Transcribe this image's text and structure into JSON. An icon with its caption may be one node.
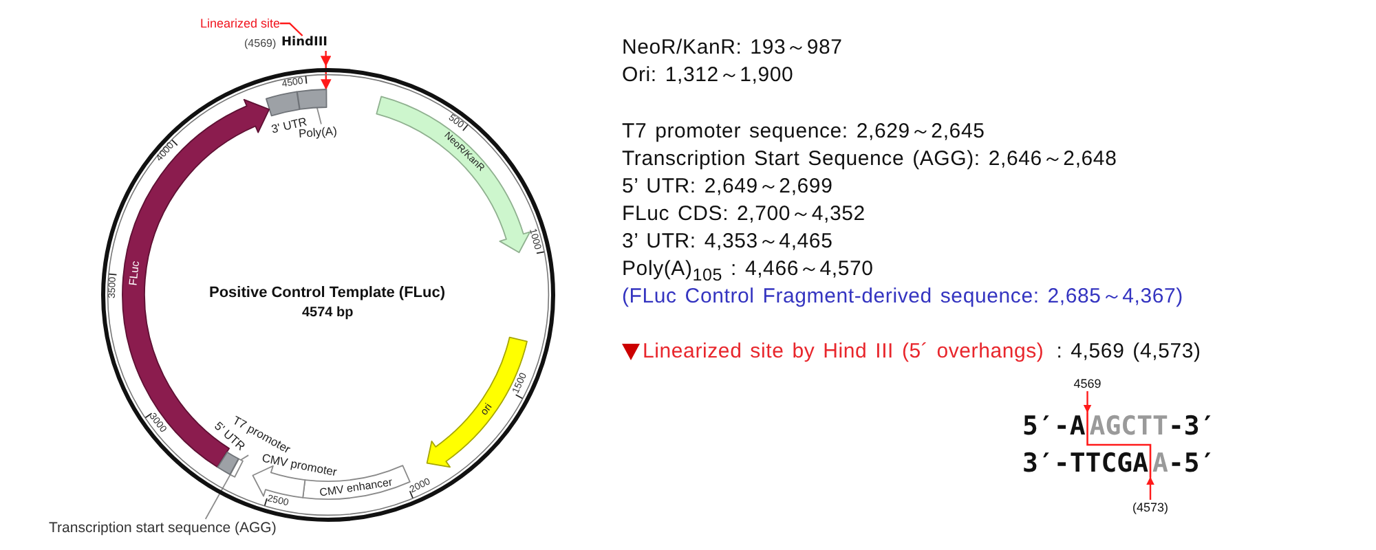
{
  "diagram": {
    "nodes": [
      {
        "text": [
          "Positive Control Template (FLuc)",
          "4574 bp"
        ]
      },
      {
        "text": [
          "Linearized site"
        ]
      },
      {
        "text": [
          "HindIII"
        ],
        "beside": [
          "(4569)"
        ]
      },
      {
        "text": [
          "3' UTR"
        ],
        "in": 0
      },
      {
        "text": [],
        "shape": "box",
        "in": 0
      },
      {
        "text": [
          "Poly(A)"
        ],
        "in": 0
      },
      {
        "text": [
          "NeoR/KanR"
        ],
        "in": 0
      },
      {
        "text": [
          "FLuc"
        ],
        "in": 0
      },
      {
        "text": [
          "ori"
        ],
        "in": 0
      },
      {
        "text": [
          "CMV enhancer"
        ],
        "in": 0
      },
      {
        "text": [
          "CMV promoter"
        ],
        "in": 0
      },
      {
        "text": [
          "T7 promoter"
        ],
        "in": 0
      },
      {
        "text": [],
        "shape": "box",
        "in": 0
      },
      {
        "text": [
          "5' UTR"
        ],
        "in": 0
      },
      {
        "text": [
          "Transcription start sequence (AGG)"
        ]
      },
      {
        "text": [
          "4569"
        ]
      },
      {
        "text": [
          "5′-A",
          "AGCTT",
          "-3′"
        ]
      },
      {
        "text": [
          "3′-TTCGA",
          "A",
          "-5′"
        ]
      },
      {
        "text": [
          "(4573)"
        ]
      }
    ],
    "edges": [
      {
        "from": 1,
        "to": 2,
        "arrow": "none"
      },
      {
        "from": 2,
        "to": 4,
        "arrow": "to"
      },
      {
        "from": 5,
        "to": 4,
        "arrow": "none",
        "color": "#8c8c8c"
      },
      {
        "from": 11,
        "to": 12,
        "arrow": "none",
        "color": "#8c8c8c"
      },
      {
        "from": 14,
        "to": 12,
        "arrow": "none",
        "color": "#8c8c8c"
      },
      {
        "from": 15,
        "to": 16,
        "arrow": "to"
      },
      {
        "from": 18,
        "to": 17,
        "arrow": "to"
      }
    ],
    "labels": [
      "500",
      "1000",
      "1500",
      "2000",
      "2500",
      "3000",
      "3500",
      "4000",
      "4500",
      "NeoR/KanR: 193～987",
      "Ori: 1,312～1,900",
      "T7 promoter sequence: 2,629～2,645",
      "Transcription Start Sequence (AGG): 2,646～2,648",
      "5’ UTR: 2,649～2,699",
      "FLuc CDS: 2,700～4,352",
      "3’ UTR: 4,353～4,465",
      "Poly(A)$_{105}$ : 4,466～4,570",
      "(FLuc Control Fragment-derived sequence: 2,685～4,367)",
      "Linearized site by Hind III (5´ overhangs)",
      ": 4,569 (4,573)"
    ]
  }
}
